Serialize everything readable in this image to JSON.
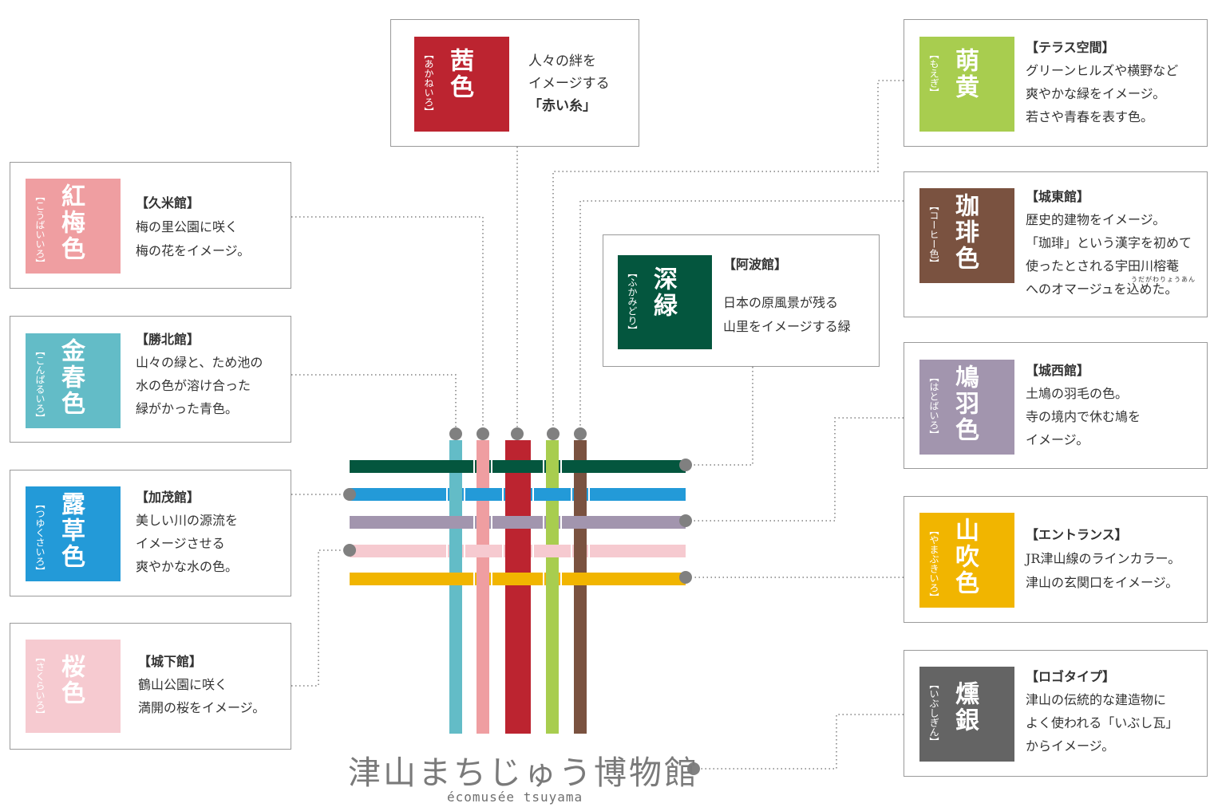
{
  "palette": {
    "akane": "#bc2430",
    "moegi": "#a8cd4f",
    "kobai": "#ef9ea1",
    "coffee": "#7a5240",
    "fukamidori": "#04563e",
    "kinharu": "#63bcc7",
    "hatoba": "#a295ae",
    "tsuyukusa": "#239ad8",
    "yamabuki": "#f1b500",
    "sakura": "#f6cad0",
    "ibushigin": "#646464",
    "dot": "#808080"
  },
  "cards": {
    "akane": {
      "kanji": "茜色",
      "reading": "【あかねいろ】",
      "title": "",
      "lines": [
        "人々の絆を",
        "イメージする",
        "「赤い糸」"
      ]
    },
    "moegi": {
      "kanji": "萌黄",
      "reading": "【もえぎ】",
      "title": "【テラス空間】",
      "lines": [
        "グリーンヒルズや横野など",
        "爽やかな緑をイメージ。",
        "若さや青春を表す色。"
      ]
    },
    "kobai": {
      "kanji": "紅梅色",
      "reading": "【こうばいいろ】",
      "title": "【久米館】",
      "lines": [
        "梅の里公園に咲く",
        "梅の花をイメージ。"
      ]
    },
    "coffee": {
      "kanji": "珈琲色",
      "reading": "【コーヒー色】",
      "title": "【城東館】",
      "lines": [
        "歴史的建物をイメージ。",
        "「珈琲」という漢字を初めて",
        "使ったとされる宇田川榕菴",
        "へのオマージュを込めた。"
      ],
      "furigana": "うだがわりょうあん"
    },
    "fukamidori": {
      "kanji": "深緑",
      "reading": "【ふかみどり】",
      "title": "【阿波館】",
      "lines": [
        "日本の原風景が残る",
        "山里をイメージする緑"
      ]
    },
    "kinharu": {
      "kanji": "金春色",
      "reading": "【こんぱるいろ】",
      "title": "【勝北館】",
      "lines": [
        "山々の緑と、ため池の",
        "水の色が溶け合った",
        "緑がかった青色。"
      ]
    },
    "hatoba": {
      "kanji": "鳩羽色",
      "reading": "【はとばいろ】",
      "title": "【城西館】",
      "lines": [
        "土鳩の羽毛の色。",
        "寺の境内で休む鳩を",
        "イメージ。"
      ]
    },
    "tsuyukusa": {
      "kanji": "露草色",
      "reading": "【つゆくさいろ】",
      "title": "【加茂館】",
      "lines": [
        "美しい川の源流を",
        "イメージさせる",
        "爽やかな水の色。"
      ]
    },
    "yamabuki": {
      "kanji": "山吹色",
      "reading": "【やまぶきいろ】",
      "title": "【エントランス】",
      "lines": [
        "JR津山線のラインカラー。",
        "津山の玄関口をイメージ。"
      ]
    },
    "sakura": {
      "kanji": "桜色",
      "reading": "【さくらいろ】",
      "title": "【城下館】",
      "lines": [
        "鶴山公園に咲く",
        "満開の桜をイメージ。"
      ]
    },
    "ibushigin": {
      "kanji": "燻銀",
      "reading": "【いぶしぎん】",
      "title": "【ロゴタイプ】",
      "lines": [
        "津山の伝統的な建造物に",
        "よく使われる「いぶし瓦」",
        "からイメージ。"
      ]
    }
  },
  "logo": {
    "name": "津山まちじゅう博物館",
    "sub": "écomusée tsuyama"
  }
}
